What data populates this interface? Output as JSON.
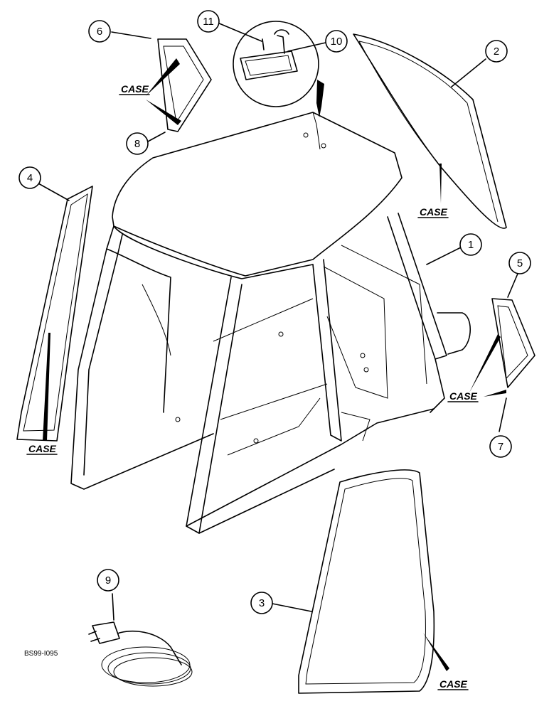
{
  "brand_labels": {
    "part_6": "CASE",
    "part_2": "CASE",
    "part_4": "CASE",
    "part_5_7": "CASE",
    "part_3": "CASE"
  },
  "callouts": {
    "c1": "1",
    "c2": "2",
    "c3": "3",
    "c4": "4",
    "c5": "5",
    "c6": "6",
    "c7": "7",
    "c8": "8",
    "c9": "9",
    "c10": "10",
    "c11": "11"
  },
  "reference_code": "BS99-I095",
  "colors": {
    "ink": "#000000",
    "paper": "#ffffff"
  }
}
